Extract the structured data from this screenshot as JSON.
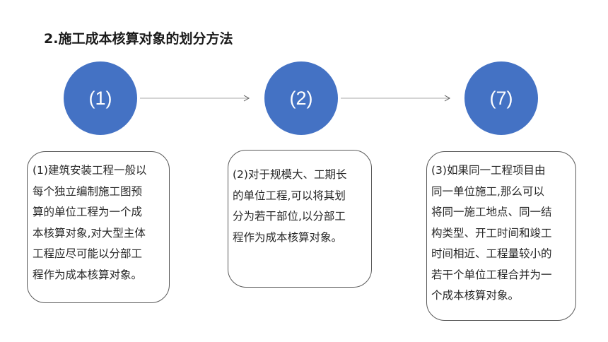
{
  "slide": {
    "title": "2.施工成本核算对象的划分方法"
  },
  "steps": [
    {
      "badge": "(1)",
      "lines": [
        "(1)建筑安装工程一般以",
        "每个独立编制施工图预",
        "算的单位工程为一个成",
        "本核算对象,对大型主体",
        "工程应尽可能以分部工",
        "程作为成本核算对象。"
      ]
    },
    {
      "badge": "(2)",
      "lines": [
        "(2)对于规模大、工期长",
        "的单位工程,可以将其划",
        "分为若干部位,以分部工",
        "程作为成本核算对象。"
      ]
    },
    {
      "badge": "(7)",
      "lines": [
        "(3)如果同一工程项目由",
        "同一单位施工,那么可以",
        "将同一施工地点、同一结",
        "构类型、开工时间和竣工",
        "时间相近、工程量较小的",
        "若干个单位工程合并为一",
        "个成本核算对象。"
      ]
    }
  ],
  "colors": {
    "circle_fill": "#4472c4",
    "circle_text": "#ffffff",
    "box_border": "#595959",
    "text": "#262626",
    "arrow": "#7f7f7f"
  },
  "icons": {
    "arrow": "arrow-right-icon"
  }
}
